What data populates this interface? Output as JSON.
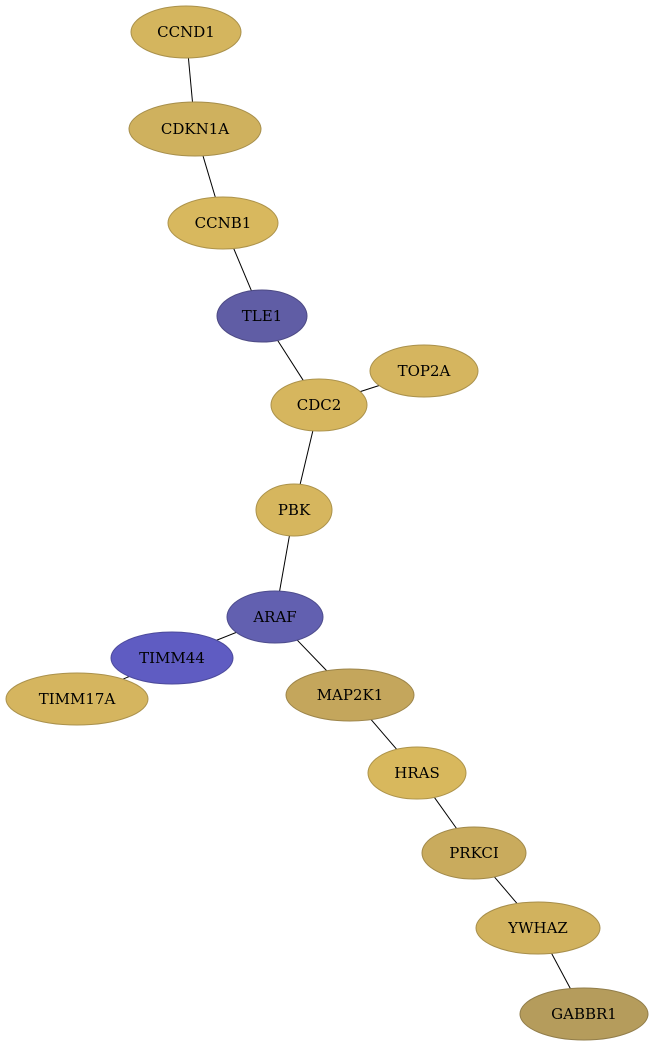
{
  "graph": {
    "nodes": [
      {
        "id": "CCND1",
        "label": "CCND1",
        "color": "#d4b55e"
      },
      {
        "id": "CDKN1A",
        "label": "CDKN1A",
        "color": "#cfb15e"
      },
      {
        "id": "CCNB1",
        "label": "CCNB1",
        "color": "#d8b85e"
      },
      {
        "id": "TLE1",
        "label": "TLE1",
        "color": "#605da5"
      },
      {
        "id": "TOP2A",
        "label": "TOP2A",
        "color": "#d5b55f"
      },
      {
        "id": "CDC2",
        "label": "CDC2",
        "color": "#d6b65e"
      },
      {
        "id": "PBK",
        "label": "PBK",
        "color": "#d6b65e"
      },
      {
        "id": "ARAF",
        "label": "ARAF",
        "color": "#6260b0"
      },
      {
        "id": "TIMM44",
        "label": "TIMM44",
        "color": "#5f5cc2"
      },
      {
        "id": "TIMM17A",
        "label": "TIMM17A",
        "color": "#d5b55f"
      },
      {
        "id": "MAP2K1",
        "label": "MAP2K1",
        "color": "#c4a65c"
      },
      {
        "id": "HRAS",
        "label": "HRAS",
        "color": "#d8b85d"
      },
      {
        "id": "PRKCI",
        "label": "PRKCI",
        "color": "#c9ab5d"
      },
      {
        "id": "YWHAZ",
        "label": "YWHAZ",
        "color": "#d1b25e"
      },
      {
        "id": "GABBR1",
        "label": "GABBR1",
        "color": "#b59c5c"
      }
    ],
    "edges": [
      [
        "CCND1",
        "CDKN1A"
      ],
      [
        "CDKN1A",
        "CCNB1"
      ],
      [
        "CCNB1",
        "TLE1"
      ],
      [
        "TLE1",
        "CDC2"
      ],
      [
        "CDC2",
        "TOP2A"
      ],
      [
        "CDC2",
        "PBK"
      ],
      [
        "PBK",
        "ARAF"
      ],
      [
        "ARAF",
        "TIMM44"
      ],
      [
        "TIMM44",
        "TIMM17A"
      ],
      [
        "ARAF",
        "MAP2K1"
      ],
      [
        "MAP2K1",
        "HRAS"
      ],
      [
        "HRAS",
        "PRKCI"
      ],
      [
        "PRKCI",
        "YWHAZ"
      ],
      [
        "YWHAZ",
        "GABBR1"
      ]
    ]
  }
}
